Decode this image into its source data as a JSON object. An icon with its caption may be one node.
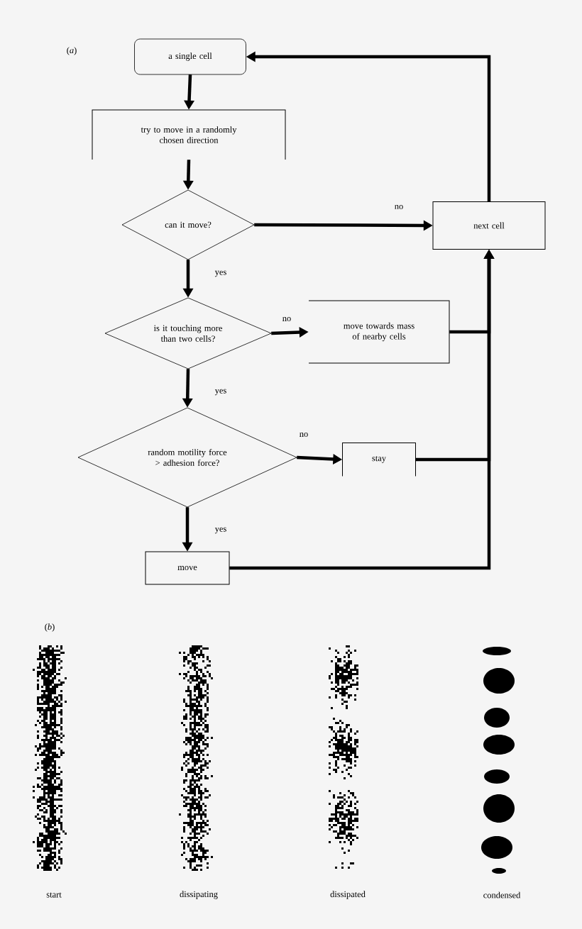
{
  "diagram": {
    "nodes": [
      {
        "text": [
          "a single cell"
        ]
      },
      {
        "text": [
          "try to move in a randomly chosen direction"
        ]
      },
      {
        "text": [
          "can it move?"
        ]
      },
      {
        "text": [
          "next cell"
        ]
      },
      {
        "text": [
          "is it touching more than two cells?"
        ]
      },
      {
        "text": [
          "move towards mass of nearby cells"
        ]
      },
      {
        "text": [
          "random motility force > adhesion force?"
        ]
      },
      {
        "text": [
          "stay"
        ]
      },
      {
        "text": [
          "move"
        ]
      }
    ],
    "edges": [
      {
        "from": 0,
        "to": 1,
        "arrow": "to"
      },
      {
        "from": 1,
        "to": 2,
        "arrow": "to"
      },
      {
        "from": 2,
        "to": 3,
        "arrow": "to",
        "label": "no"
      },
      {
        "from": 2,
        "to": 4,
        "arrow": "to",
        "label": "yes"
      },
      {
        "from": 4,
        "to": 5,
        "arrow": "to",
        "label": "no"
      },
      {
        "from": 4,
        "to": 6,
        "arrow": "to",
        "label": "yes"
      },
      {
        "from": 6,
        "to": 7,
        "arrow": "to",
        "label": "no"
      },
      {
        "from": 6,
        "to": 8,
        "arrow": "to",
        "label": "yes"
      },
      {
        "from": 3,
        "to": 0,
        "arrow": "to"
      },
      {
        "from": 5,
        "to": 3,
        "arrow": "to"
      },
      {
        "from": 7,
        "to": 3,
        "arrow": "to"
      },
      {
        "from": 8,
        "to": 3,
        "arrow": "to"
      }
    ],
    "labels": [
      "(*a*)",
      "(*b*)",
      "start",
      "dissipating",
      "dissipated",
      "condensed"
    ]
  }
}
